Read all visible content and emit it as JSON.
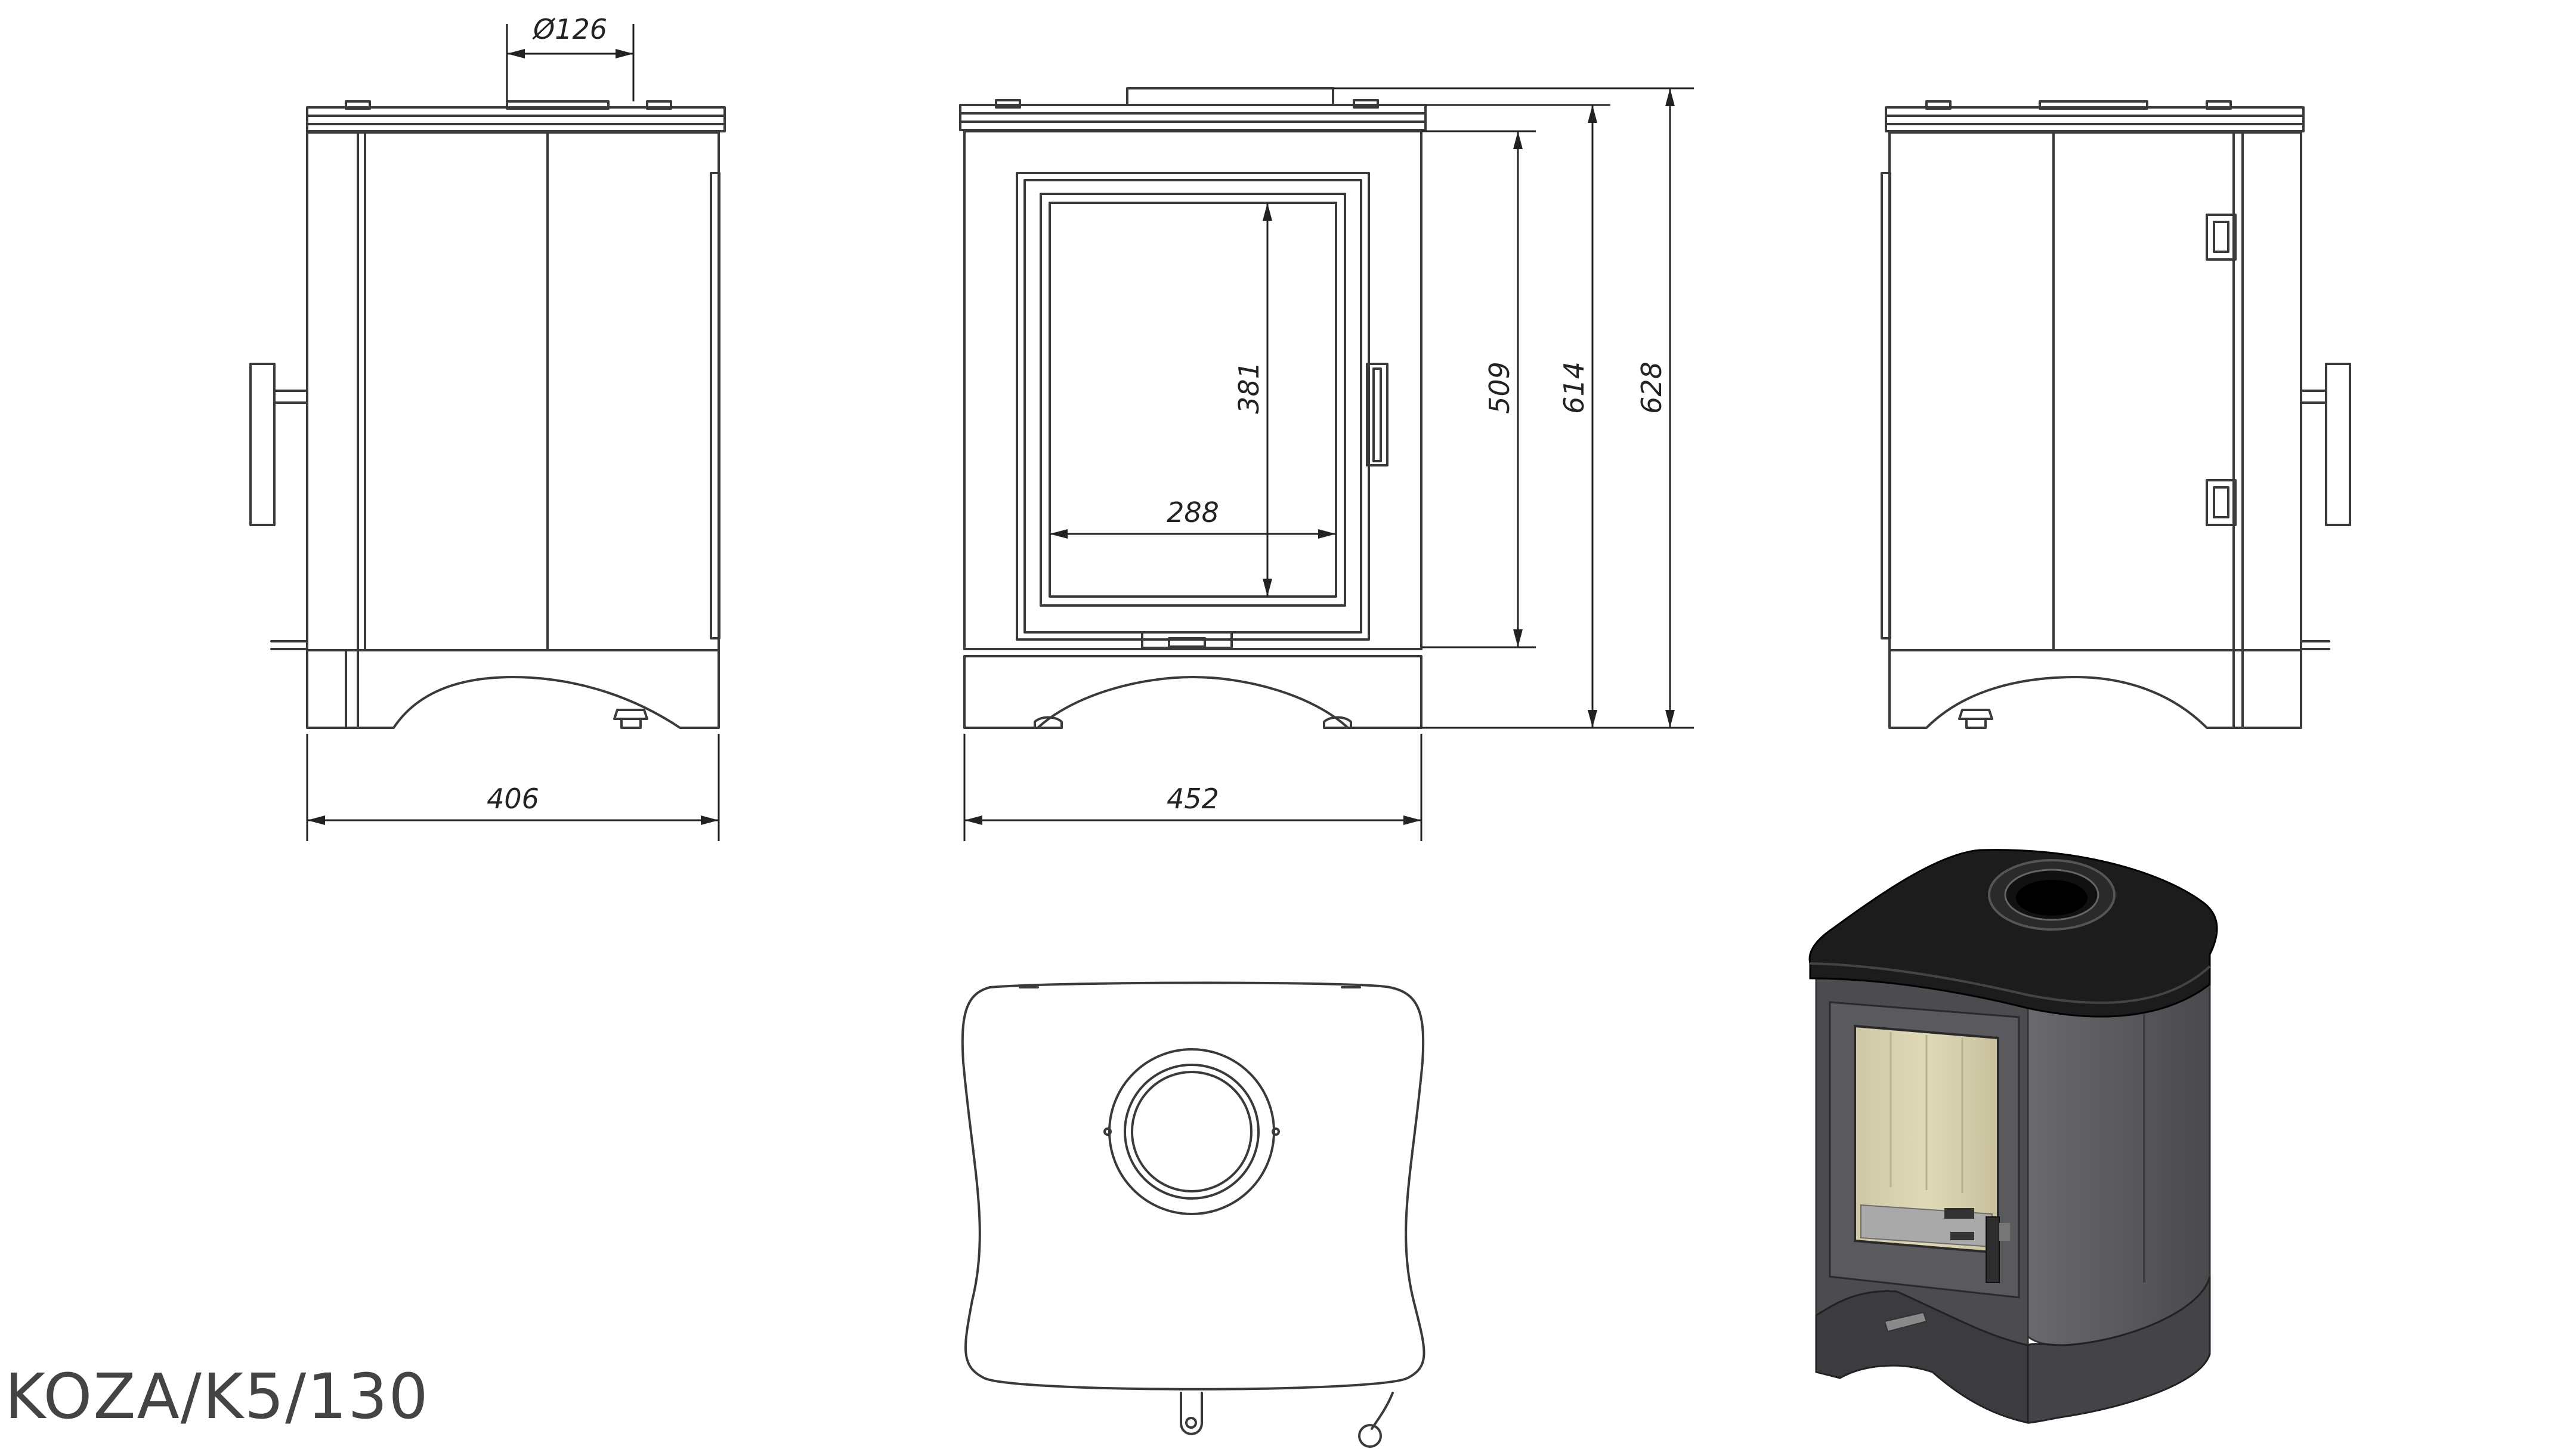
{
  "model_code": "KOZA/K5/130",
  "dimensions": {
    "flue_diameter": "Ø126",
    "depth": "406",
    "width": "452",
    "glass_width": "288",
    "glass_height": "381",
    "door_height": "509",
    "body_height": "614",
    "total_height": "628"
  },
  "colors": {
    "line": "#3a3a3a",
    "stove_body": "#5c5c60",
    "stove_top": "#1c1c1c",
    "glass_tint": "#d9d2b0"
  }
}
